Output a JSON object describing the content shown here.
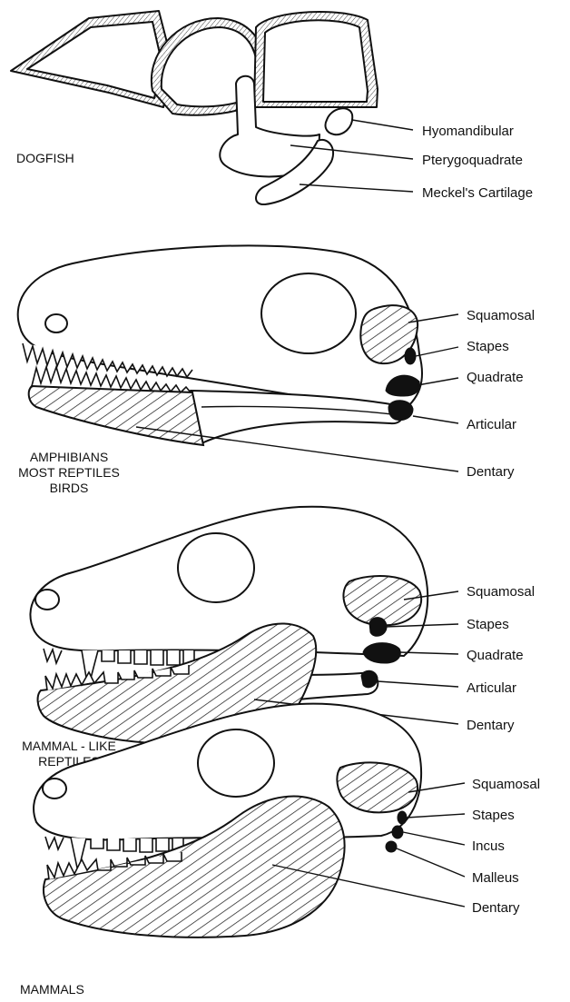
{
  "panels": [
    {
      "group_label": [
        "DOGFISH"
      ],
      "labels": [
        "Hyomandibular",
        "Pterygoquadrate",
        "Meckel's Cartilage"
      ]
    },
    {
      "group_label": [
        "AMPHIBIANS",
        "MOST REPTILES",
        "BIRDS"
      ],
      "labels": [
        "Squamosal",
        "Stapes",
        "Quadrate",
        "Articular",
        "Dentary"
      ]
    },
    {
      "group_label": [
        "MAMMAL - LIKE",
        "REPTILES"
      ],
      "labels": [
        "Squamosal",
        "Stapes",
        "Quadrate",
        "Articular",
        "Dentary"
      ]
    },
    {
      "group_label": [
        "MAMMALS"
      ],
      "labels": [
        "Squamosal",
        "Stapes",
        "Incus",
        "Malleus",
        "Dentary"
      ]
    }
  ],
  "colors": {
    "ink": "#111111",
    "paper": "#ffffff"
  }
}
